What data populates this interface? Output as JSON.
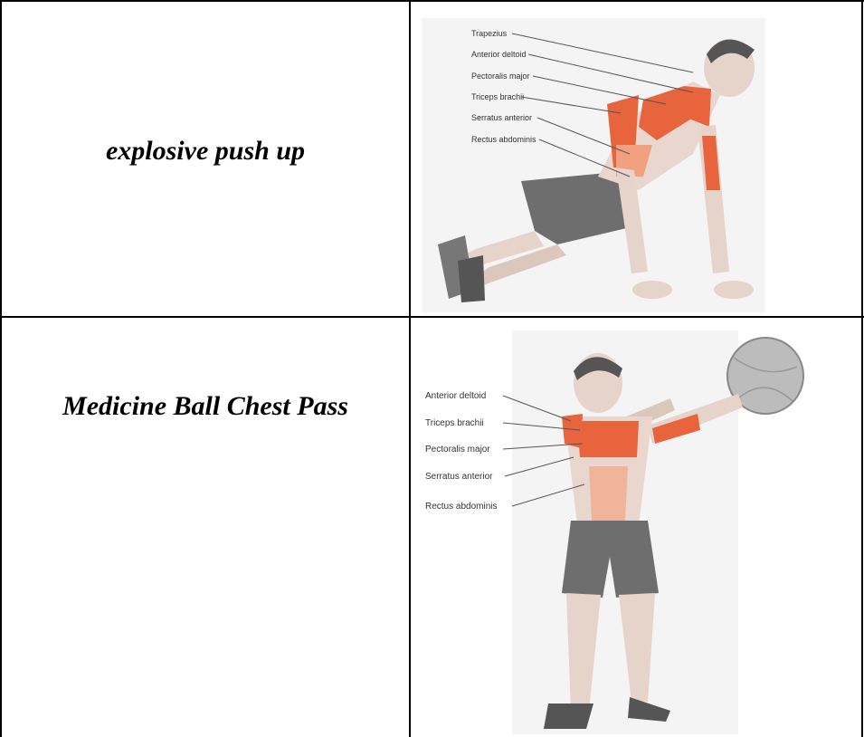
{
  "rows": [
    {
      "exercise": "explosive push up",
      "muscle_labels": [
        "Trapezius",
        "Anterior deltoid",
        "Pectoralis major",
        "Triceps brachii",
        "Serratus anterior",
        "Rectus abdominis"
      ]
    },
    {
      "exercise": "Medicine Ball Chest Pass",
      "muscle_labels": [
        "Anterior deltoid",
        "Triceps brachii",
        "Pectoralis major",
        "Serratus anterior",
        "Rectus abdominis"
      ]
    }
  ],
  "colors": {
    "muscle": "#e8643c",
    "skin": "#e9d7cf",
    "shorts": "#6e6e6e",
    "grid": "#000000"
  }
}
